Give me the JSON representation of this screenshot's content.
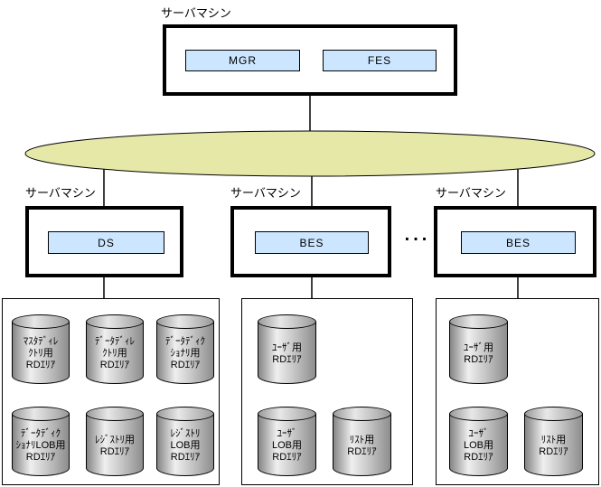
{
  "colors": {
    "network_fill": "#E6E8A8",
    "unit_fill": "#CCE6FF",
    "line_color": "#000000"
  },
  "top_server": {
    "label": "サーバマシン",
    "units": [
      "MGR",
      "FES"
    ]
  },
  "server_row": {
    "ellipsis": "...",
    "servers": [
      {
        "label": "サーバマシン",
        "unit": "DS"
      },
      {
        "label": "サーバマシン",
        "unit": "BES"
      },
      {
        "label": "サーバマシン",
        "unit": "BES"
      }
    ]
  },
  "storage_groups": [
    {
      "cylinders": [
        {
          "text": "ﾏｽﾀﾃﾞｨﾚ\nｸﾄﾘ用\nRDｴﾘｱ"
        },
        {
          "text": "ﾃﾞｰﾀﾃﾞｨﾚ\nｸﾄﾘ用\nRDｴﾘｱ"
        },
        {
          "text": "ﾃﾞｰﾀﾃﾞｨｸ\nｼｮﾅﾘ用\nRDｴﾘｱ"
        },
        {
          "text": "ﾃﾞｰﾀﾃﾞｨｸ\nｼｮﾅﾘLOB用\nRDｴﾘｱ"
        },
        {
          "text": "ﾚｼﾞｽﾄﾘ用\nRDｴﾘｱ"
        },
        {
          "text": "ﾚｼﾞｽﾄﾘ\nLOB用\nRDｴﾘｱ"
        }
      ]
    },
    {
      "cylinders": [
        {
          "text": "ﾕｰｻﾞ用\nRDｴﾘｱ"
        },
        {
          "text": "ﾕｰｻﾞ\nLOB用\nRDｴﾘｱ"
        },
        {
          "text": "ﾘｽﾄ用\nRDｴﾘｱ"
        }
      ]
    },
    {
      "cylinders": [
        {
          "text": "ﾕｰｻﾞ用\nRDｴﾘｱ"
        },
        {
          "text": "ﾕｰｻﾞ\nLOB用\nRDｴﾘｱ"
        },
        {
          "text": "ﾘｽﾄ用\nRDｴﾘｱ"
        }
      ]
    }
  ]
}
